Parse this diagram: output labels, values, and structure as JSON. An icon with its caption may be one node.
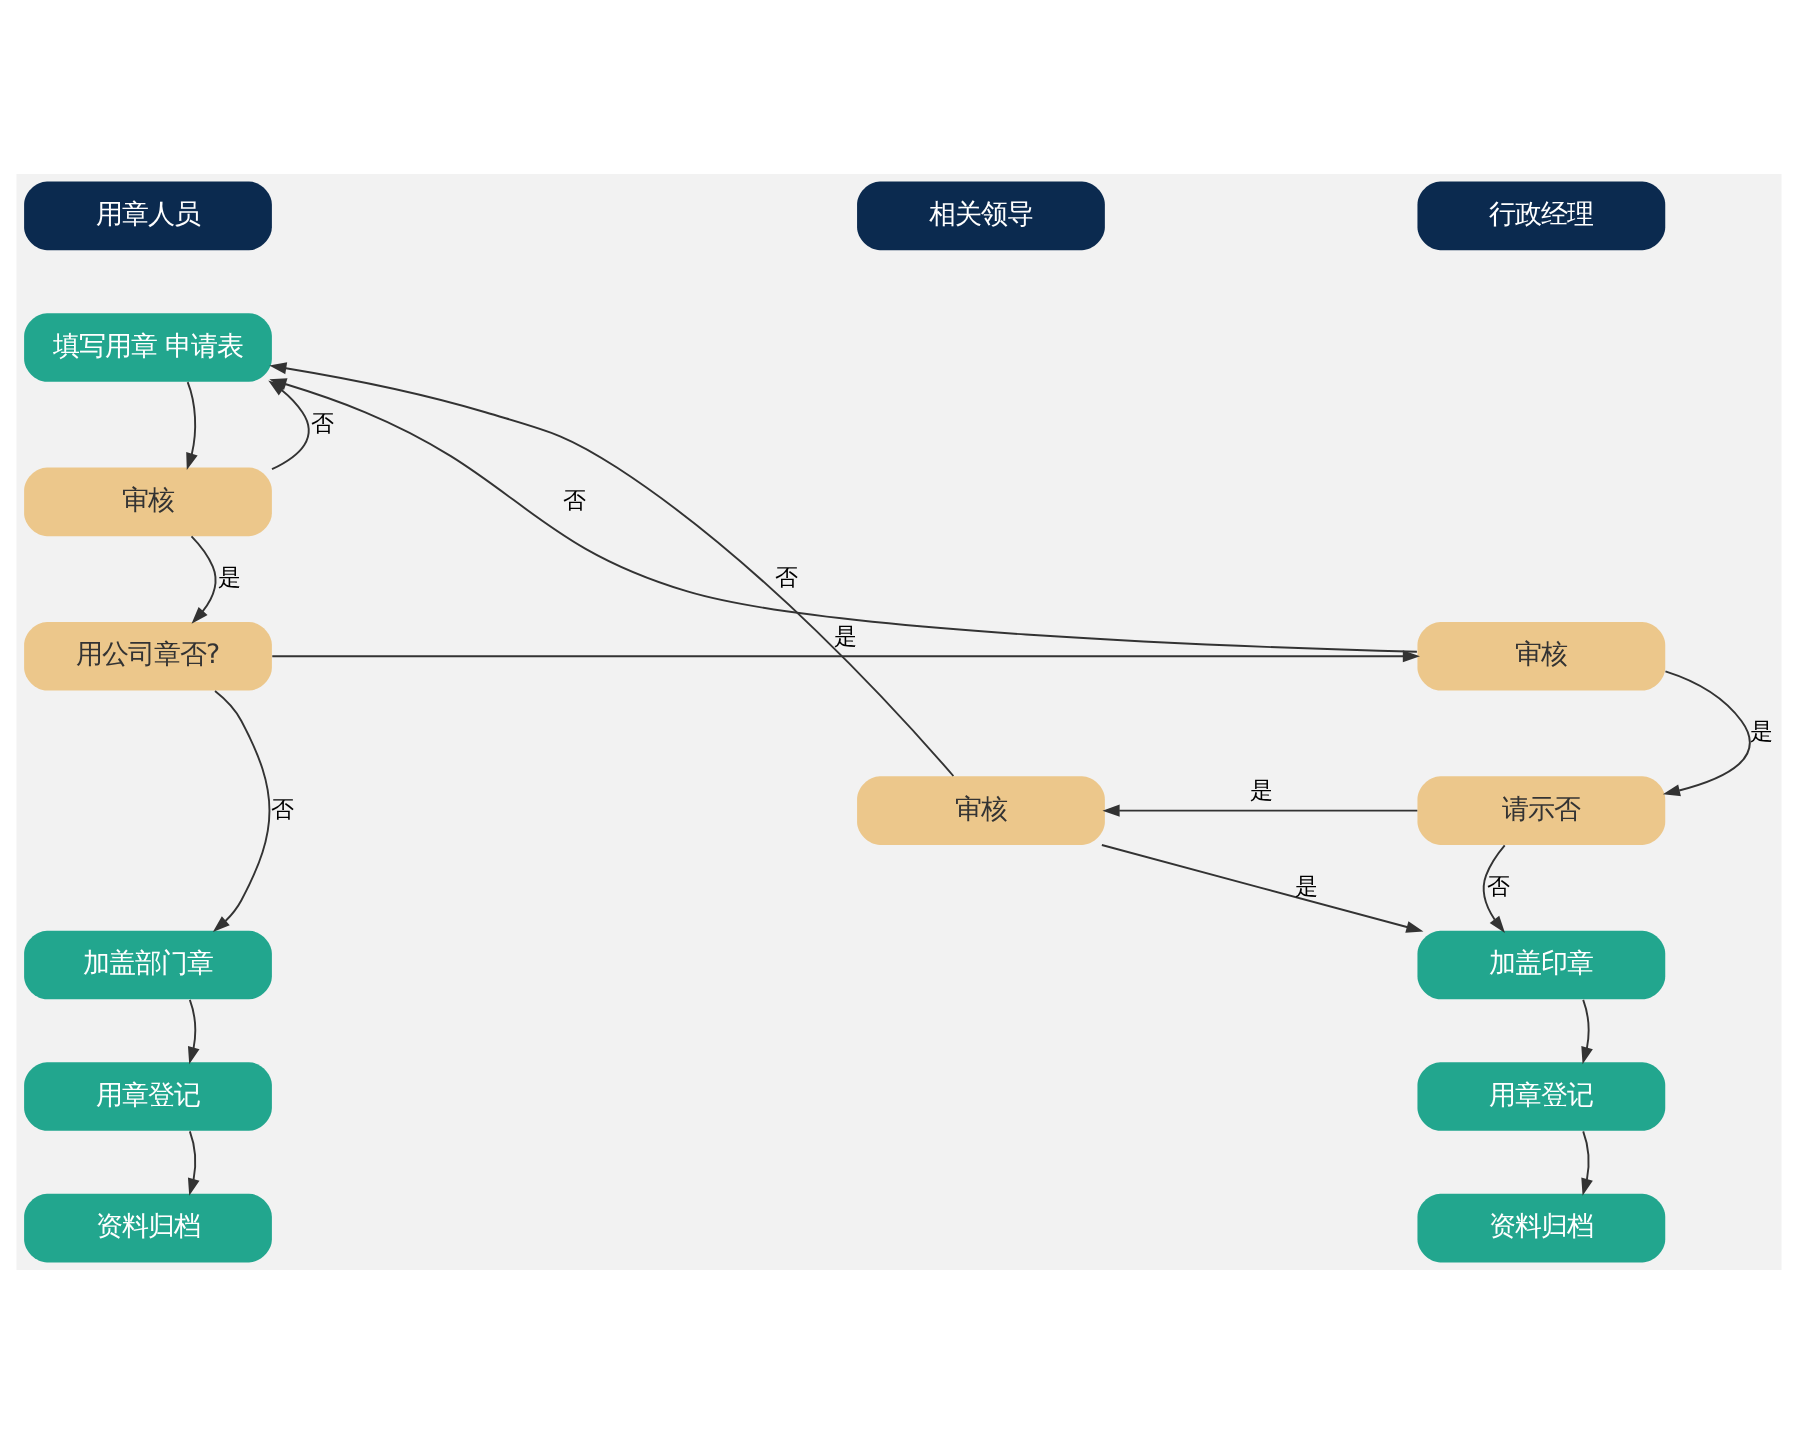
{
  "diagram": {
    "nodes": [
      {
        "text": [
          "用章人员"
        ]
      },
      {
        "text": [
          "行政经理"
        ]
      },
      {
        "text": [
          "相关领导"
        ]
      },
      {
        "text": [
          "填写用章 申请表"
        ]
      },
      {
        "text": [
          "审核"
        ]
      },
      {
        "text": [
          "用公司章否?"
        ]
      },
      {
        "text": [
          "审核"
        ]
      },
      {
        "text": [
          "请示否"
        ]
      },
      {
        "text": [
          "审核"
        ]
      },
      {
        "text": [
          "加盖部门章"
        ]
      },
      {
        "text": [
          "加盖印章"
        ]
      },
      {
        "text": [
          "用章登记"
        ]
      },
      {
        "text": [
          "用章登记"
        ]
      },
      {
        "text": [
          "资料归档"
        ]
      },
      {
        "text": [
          "资料归档"
        ]
      }
    ],
    "edges": [
      {
        "from": 3,
        "to": 4,
        "arrow": "to"
      },
      {
        "from": 4,
        "to": 3,
        "arrow": "to",
        "label": "否"
      },
      {
        "from": 4,
        "to": 5,
        "arrow": "to",
        "label": "是"
      },
      {
        "from": 5,
        "to": 6,
        "arrow": "to",
        "label": "是"
      },
      {
        "from": 5,
        "to": 9,
        "arrow": "to",
        "label": "否"
      },
      {
        "from": 6,
        "to": 3,
        "arrow": "to",
        "label": "否"
      },
      {
        "from": 6,
        "to": 7,
        "arrow": "to",
        "label": "是"
      },
      {
        "from": 7,
        "to": 8,
        "arrow": "to",
        "label": "是"
      },
      {
        "from": 7,
        "to": 10,
        "arrow": "to",
        "label": "否"
      },
      {
        "from": 8,
        "to": 3,
        "arrow": "to",
        "label": "否"
      },
      {
        "from": 8,
        "to": 10,
        "arrow": "to",
        "label": "是"
      },
      {
        "from": 9,
        "to": 11,
        "arrow": "to"
      },
      {
        "from": 11,
        "to": 13,
        "arrow": "to"
      },
      {
        "from": 10,
        "to": 12,
        "arrow": "to"
      },
      {
        "from": 12,
        "to": 14,
        "arrow": "to"
      }
    ]
  }
}
